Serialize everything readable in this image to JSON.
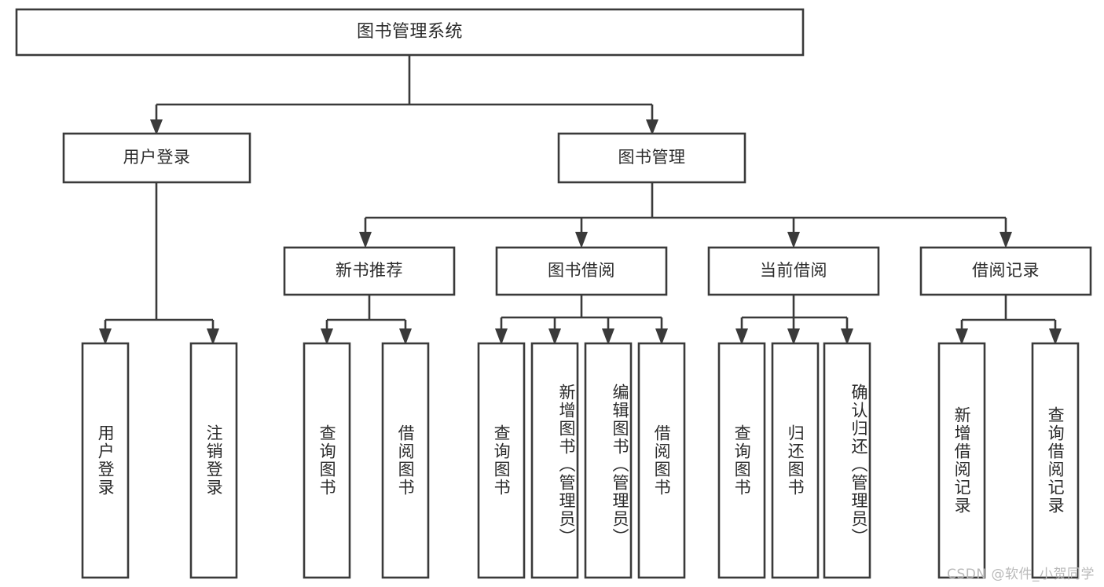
{
  "diagram": {
    "title": "图书管理系统",
    "type": "hierarchy-tree",
    "watermark": "CSDN @软件_小贺同学",
    "colors": {
      "stroke": "#3a3a3a",
      "box_fill": "#ffffff",
      "text": "#2b2b2b",
      "background": "#ffffff",
      "watermark": "#b9b9b9"
    },
    "levels": {
      "level1": [
        "图书管理系统"
      ],
      "level2": [
        "用户登录",
        "图书管理"
      ],
      "level3": [
        "新书推荐",
        "图书借阅",
        "当前借阅",
        "借阅记录"
      ],
      "level4": [
        "用户登录",
        "注销登录",
        "查询图书",
        "借阅图书",
        "查询图书",
        "新增图书（管理员）",
        "编辑图书（管理员）",
        "借阅图书",
        "查询图书",
        "归还图书",
        "确认归还（管理员）",
        "新增借阅记录",
        "查询借阅记录"
      ]
    },
    "nodes": {
      "root": {
        "id": "root",
        "label": "图书管理系统",
        "level": 1,
        "orientation": "horizontal"
      },
      "user_login": {
        "id": "user_login",
        "label": "用户登录",
        "level": 2,
        "orientation": "horizontal"
      },
      "book_mgmt": {
        "id": "book_mgmt",
        "label": "图书管理",
        "level": 2,
        "orientation": "horizontal"
      },
      "new_book_rec": {
        "id": "new_book_rec",
        "label": "新书推荐",
        "level": 3,
        "orientation": "horizontal"
      },
      "book_borrow": {
        "id": "book_borrow",
        "label": "图书借阅",
        "level": 3,
        "orientation": "horizontal"
      },
      "current_borrow": {
        "id": "current_borrow",
        "label": "当前借阅",
        "level": 3,
        "orientation": "horizontal"
      },
      "borrow_record": {
        "id": "borrow_record",
        "label": "借阅记录",
        "level": 3,
        "orientation": "horizontal"
      },
      "leaf_01": {
        "id": "leaf_01",
        "label": "用户登录",
        "level": 4,
        "orientation": "vertical",
        "parent": "用户登录"
      },
      "leaf_02": {
        "id": "leaf_02",
        "label": "注销登录",
        "level": 4,
        "orientation": "vertical",
        "parent": "用户登录"
      },
      "leaf_03": {
        "id": "leaf_03",
        "label": "查询图书",
        "level": 4,
        "orientation": "vertical",
        "parent": "新书推荐"
      },
      "leaf_04": {
        "id": "leaf_04",
        "label": "借阅图书",
        "level": 4,
        "orientation": "vertical",
        "parent": "新书推荐"
      },
      "leaf_05": {
        "id": "leaf_05",
        "label": "查询图书",
        "level": 4,
        "orientation": "vertical",
        "parent": "图书借阅"
      },
      "leaf_06": {
        "id": "leaf_06",
        "label": "新增图书（管理员）",
        "level": 4,
        "orientation": "vertical",
        "parent": "图书借阅"
      },
      "leaf_07": {
        "id": "leaf_07",
        "label": "编辑图书（管理员）",
        "level": 4,
        "orientation": "vertical",
        "parent": "图书借阅"
      },
      "leaf_08": {
        "id": "leaf_08",
        "label": "借阅图书",
        "level": 4,
        "orientation": "vertical",
        "parent": "图书借阅"
      },
      "leaf_09": {
        "id": "leaf_09",
        "label": "查询图书",
        "level": 4,
        "orientation": "vertical",
        "parent": "当前借阅"
      },
      "leaf_10": {
        "id": "leaf_10",
        "label": "归还图书",
        "level": 4,
        "orientation": "vertical",
        "parent": "当前借阅"
      },
      "leaf_11": {
        "id": "leaf_11",
        "label": "确认归还（管理员）",
        "level": 4,
        "orientation": "vertical",
        "parent": "当前借阅"
      },
      "leaf_12": {
        "id": "leaf_12",
        "label": "新增借阅记录",
        "level": 4,
        "orientation": "vertical",
        "parent": "借阅记录"
      },
      "leaf_13": {
        "id": "leaf_13",
        "label": "查询借阅记录",
        "level": 4,
        "orientation": "vertical",
        "parent": "借阅记录"
      }
    }
  }
}
